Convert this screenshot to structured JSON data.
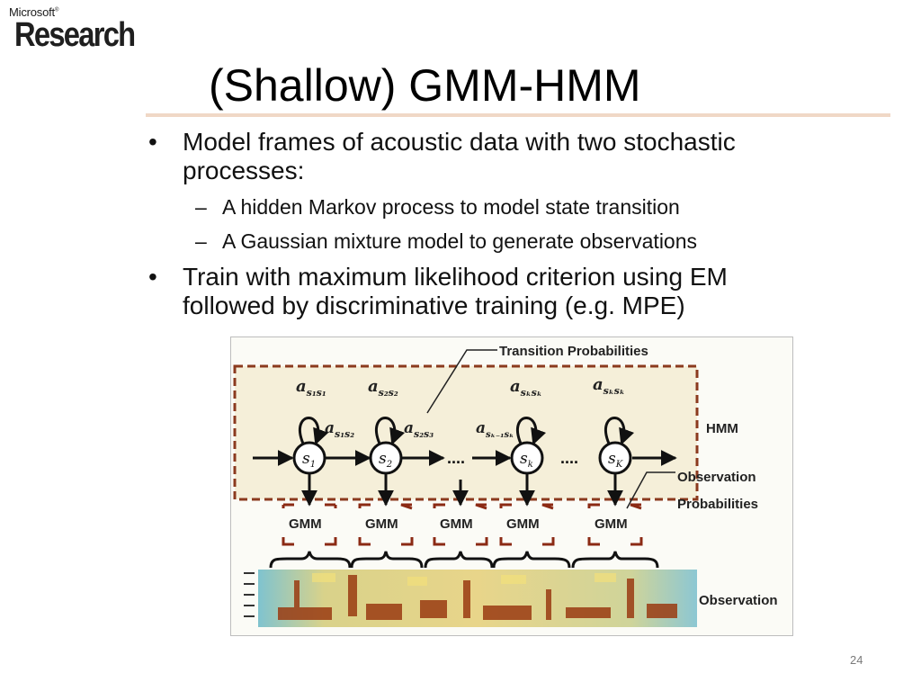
{
  "logo": {
    "brand_small": "Microsoft",
    "brand_large": "Research"
  },
  "slide": {
    "title": "(Shallow) GMM-HMM",
    "bullets": [
      {
        "line1": "Model frames of acoustic data with two stochastic",
        "line2": "processes:",
        "subs": [
          "A hidden Markov process to model state transition",
          "A Gaussian mixture model to generate observations"
        ]
      },
      {
        "line1": "Train with maximum likelihood criterion using EM",
        "line2": "followed by discriminative training (e.g. MPE)",
        "subs": []
      }
    ],
    "bullet_char": "•",
    "dash_char": "–",
    "page_number": "24"
  },
  "figure": {
    "label_transition": "Transition Probabilities",
    "label_hmm": "HMM",
    "label_obs_prob_1": "Observation",
    "label_obs_prob_2": "Probabilities",
    "label_observation": "Observation",
    "gmm_label": "GMM",
    "state_labels": [
      "s1",
      "s2",
      "sk",
      "sK"
    ],
    "self_trans": [
      "a s1s1",
      "a s2s2",
      "a sksk",
      "a sKsK"
    ],
    "between_trans": [
      "a s1s2",
      "a s2s3",
      "a sk-1sk"
    ],
    "ellipsis": "...."
  }
}
